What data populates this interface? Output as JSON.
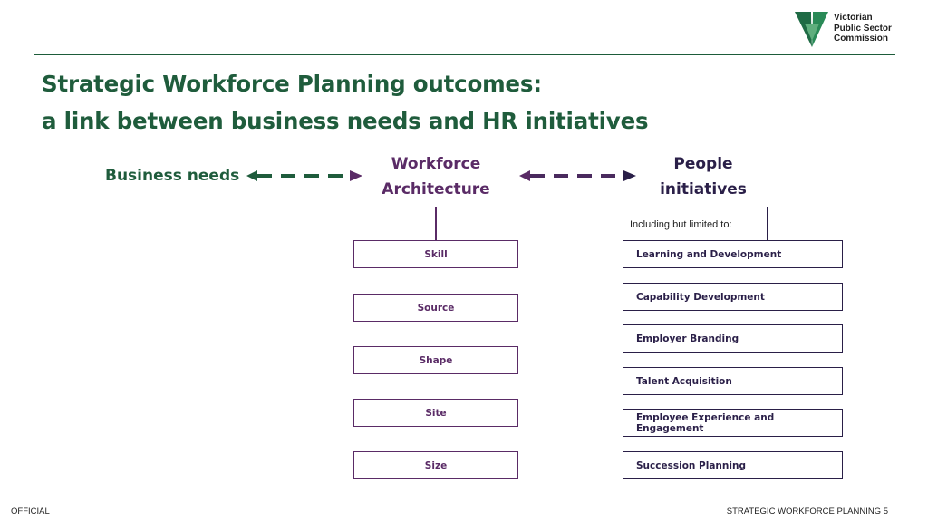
{
  "header": {
    "logo_text": [
      "Victorian",
      "Public Sector",
      "Commission"
    ],
    "colors": {
      "green": "#1f5c3c",
      "purple": "#5a2b66",
      "navy": "#2a1f48"
    }
  },
  "title": {
    "line1": "Strategic Workforce Planning outcomes:",
    "line2": "a link between business needs and HR initiatives"
  },
  "diagram": {
    "business_needs": "Business needs",
    "workforce_architecture": [
      "Workforce",
      "Architecture"
    ],
    "people_initiatives": [
      "People",
      "initiatives"
    ],
    "people_note": "Including but limited to:",
    "architecture_items": [
      "Skill",
      "Source",
      "Shape",
      "Site",
      "Size"
    ],
    "people_items": [
      "Learning and Development",
      "Capability Development",
      "Employer Branding",
      "Talent Acquisition",
      "Employee Experience and Engagement",
      "Succession Planning"
    ]
  },
  "footer": {
    "classification": "OFFICIAL",
    "page_label": "STRATEGIC WORKFORCE PLANNING 5"
  }
}
